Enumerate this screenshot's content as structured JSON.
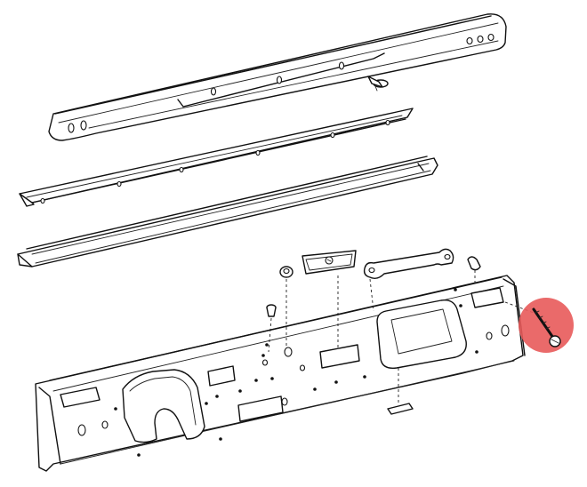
{
  "diagram": {
    "kind": "exploded-parts-view",
    "subject": "dashboard",
    "highlight_color": "#e85a5a",
    "parts": [
      {
        "name": "top-trim-molding"
      },
      {
        "name": "upper-trim-strip"
      },
      {
        "name": "lower-trim-strip"
      },
      {
        "name": "dashboard-panel"
      },
      {
        "name": "glovebox-handle"
      },
      {
        "name": "grab-handle"
      },
      {
        "name": "push-fastener"
      },
      {
        "name": "retainer-clip"
      },
      {
        "name": "nut"
      },
      {
        "name": "plug"
      },
      {
        "name": "tab-clip"
      },
      {
        "name": "screw-highlighted"
      }
    ]
  }
}
